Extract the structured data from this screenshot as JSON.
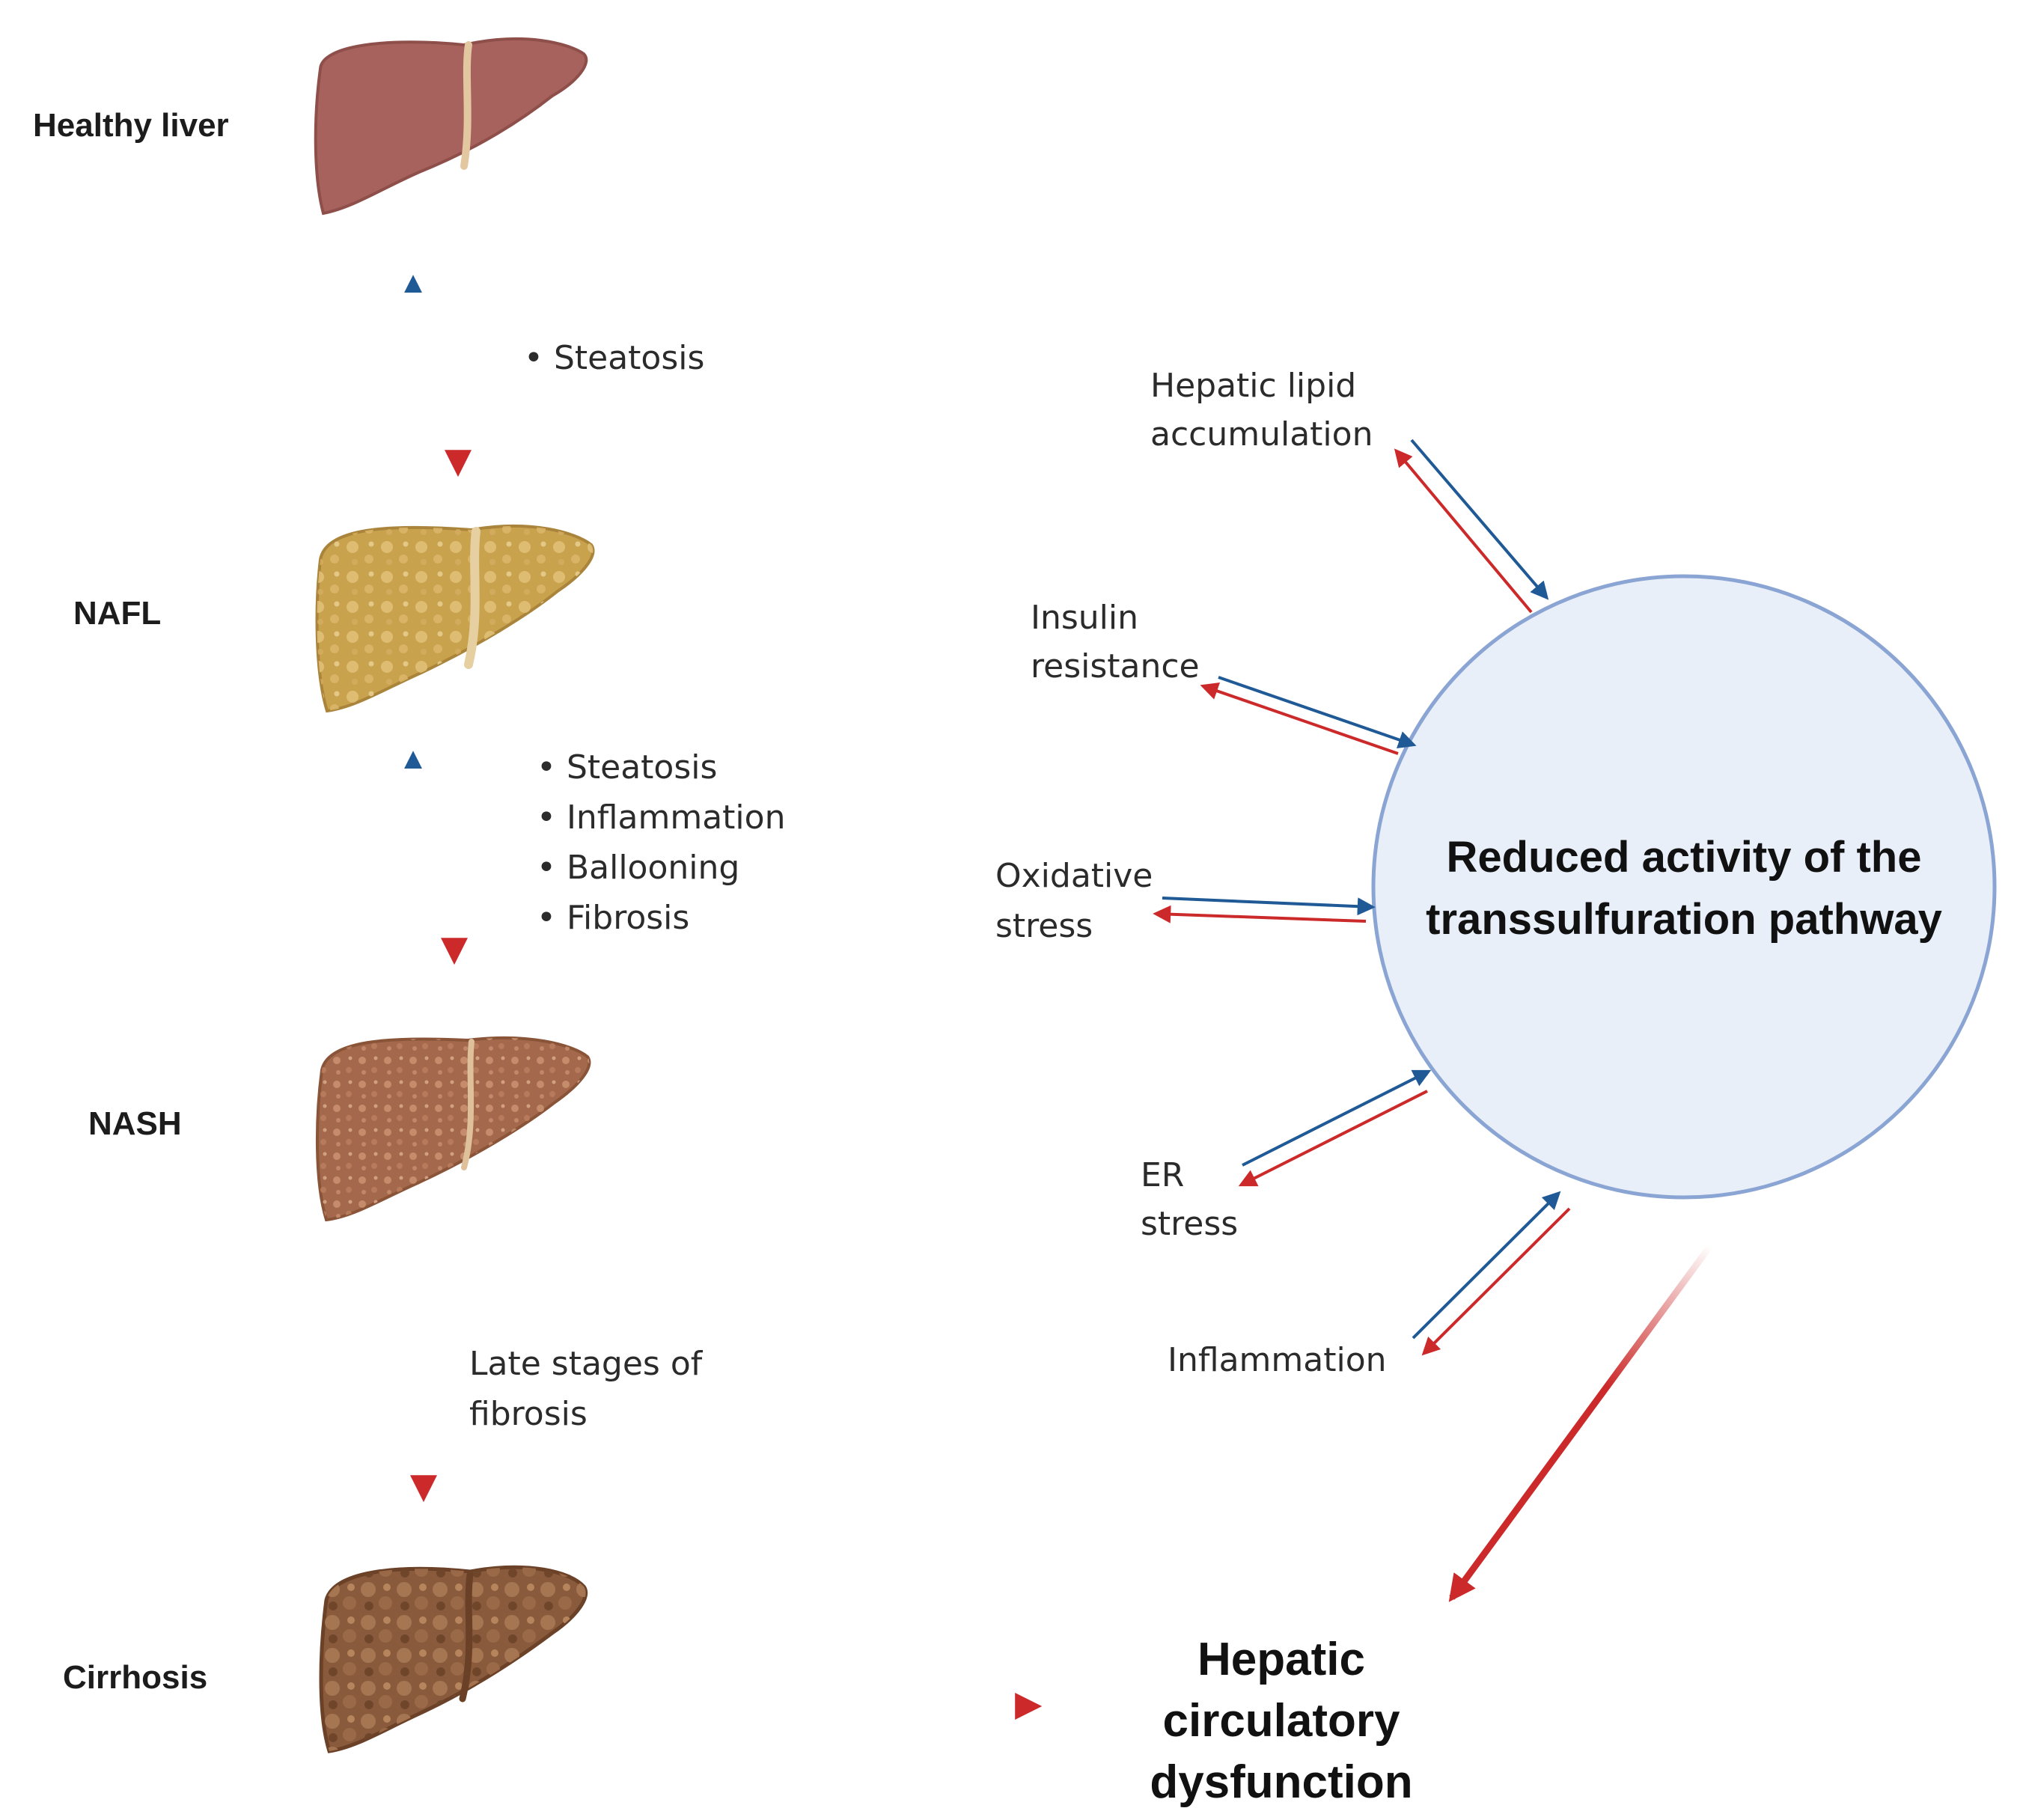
{
  "stages": [
    {
      "id": "healthy",
      "label": "Healthy liver"
    },
    {
      "id": "nafl",
      "label": "NAFL"
    },
    {
      "id": "nash",
      "label": "NASH"
    },
    {
      "id": "cirrhosis",
      "label": "Cirrhosis"
    }
  ],
  "transitions": [
    {
      "id": "healthy-nafl",
      "bullets": [
        "• Steatosis"
      ]
    },
    {
      "id": "nafl-nash",
      "bullets": [
        "• Steatosis",
        "• Inflammation",
        "• Ballooning",
        "• Fibrosis"
      ]
    },
    {
      "id": "nash-cirrhosis",
      "lines": [
        "Late stages of",
        "fibrosis"
      ]
    }
  ],
  "center": {
    "lines": [
      "Reduced activity of the",
      "transsulfuration pathway"
    ]
  },
  "factors": [
    {
      "id": "lipid",
      "lines": [
        "Hepatic lipid",
        "accumulation"
      ]
    },
    {
      "id": "insulin",
      "lines": [
        "Insulin",
        "resistance"
      ]
    },
    {
      "id": "oxidative",
      "lines": [
        "Oxidative",
        "stress"
      ]
    },
    {
      "id": "er",
      "lines": [
        "ER",
        "stress"
      ]
    },
    {
      "id": "inflammation",
      "lines": [
        "Inflammation"
      ]
    }
  ],
  "outcome": {
    "lines": [
      "Hepatic",
      "circulatory",
      "dysfunction"
    ]
  },
  "colors": {
    "blue_arrow": "#1f5a96",
    "red_arrow": "#cc2a2a",
    "circle_fill": "#e8eff9",
    "circle_stroke": "#8aa5d3",
    "healthy_liver": "#a8625d",
    "nafl_liver": "#c9a24e",
    "nash_liver": "#a4694c",
    "cirrhosis_liver": "#8a5a3c"
  }
}
